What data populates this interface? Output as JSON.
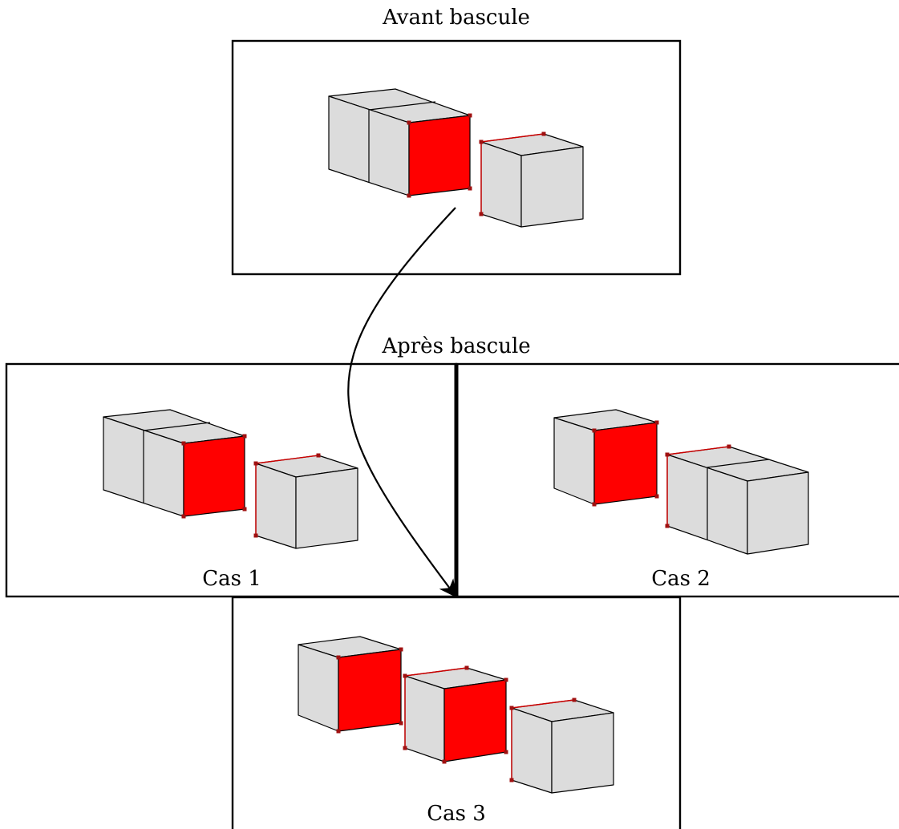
{
  "colors": {
    "face_gray": "#dcdcdc",
    "face_red": "#ff0000",
    "edge": "#000000",
    "highlight_edge": "#cc0000",
    "marker": "#a01010"
  },
  "top_title": "Avant bascule",
  "middle_title": "Après bascule",
  "cases": {
    "case1": "Cas 1",
    "case2": "Cas 2",
    "case3": "Cas 3"
  }
}
